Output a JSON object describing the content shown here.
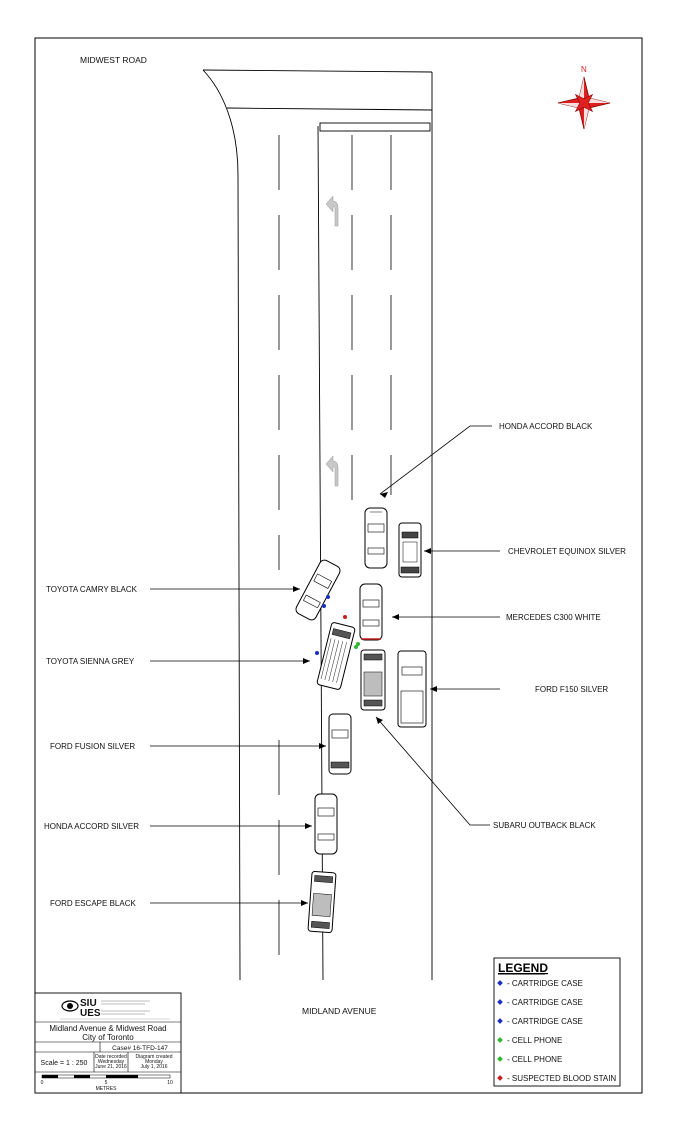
{
  "roads": {
    "north": "MIDWEST ROAD",
    "south": "MIDLAND AVENUE"
  },
  "compass": {
    "label": "N",
    "color": "#e02020"
  },
  "vehicles": [
    {
      "label": "HONDA ACCORD BLACK"
    },
    {
      "label": "CHEVROLET EQUINOX SILVER"
    },
    {
      "label": "TOYOTA CAMRY BLACK"
    },
    {
      "label": "MERCEDES C300 WHITE"
    },
    {
      "label": "TOYOTA SIENNA GREY"
    },
    {
      "label": "FORD F150 SILVER"
    },
    {
      "label": "FORD FUSION SILVER"
    },
    {
      "label": "SUBARU OUTBACK BLACK"
    },
    {
      "label": "HONDA ACCORD SILVER"
    },
    {
      "label": "FORD ESCAPE BLACK"
    }
  ],
  "legend": {
    "title": "LEGEND",
    "items": [
      {
        "label": "- CARTRIDGE CASE",
        "color": "#1a2fbf"
      },
      {
        "label": "- CARTRIDGE CASE",
        "color": "#1a2fbf"
      },
      {
        "label": "- CARTRIDGE CASE",
        "color": "#1a2fbf"
      },
      {
        "label": "- CELL PHONE",
        "color": "#2fb82f"
      },
      {
        "label": "- CELL PHONE",
        "color": "#2fb82f"
      },
      {
        "label": "- SUSPECTED BLOOD STAIN",
        "color": "#c42020"
      }
    ]
  },
  "title_block": {
    "logo_top": "SIU",
    "logo_bottom": "UES",
    "location_line1": "Midland Avenue & Midwest Road",
    "location_line2": "City of Toronto",
    "case": "Case# 16-TFD-147",
    "scale": "Scale = 1 : 250",
    "date_recorded_label": "Date recorded",
    "date_recorded_day": "Wednesday",
    "date_recorded_date": "June 21, 2016",
    "diagram_created_label": "Diagram created",
    "diagram_created_day": "Monday",
    "diagram_created_date": "July 1, 2016",
    "scale_bar": [
      "0",
      "5",
      "10"
    ],
    "units": "METRES"
  }
}
